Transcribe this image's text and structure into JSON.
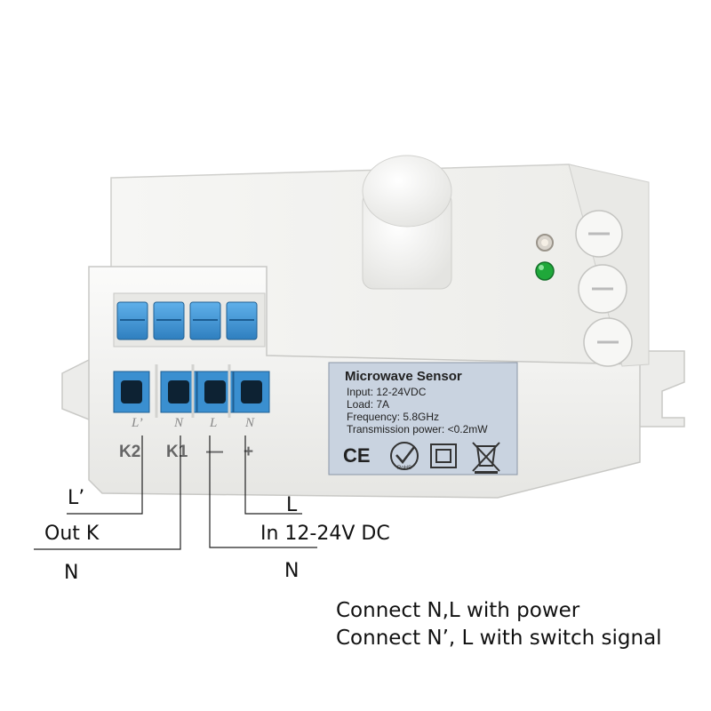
{
  "sticker": {
    "title": "Microwave  Sensor",
    "lines": [
      "Input: 12-24VDC",
      "Load: 7A",
      "Frequency: 5.8GHz",
      "Transmission power: <0.2mW"
    ],
    "ce_mark": "CE",
    "rohs_mark": "RoHS"
  },
  "terminals": {
    "labels": [
      "L’",
      "N",
      "L",
      "N"
    ],
    "polarity": [
      "K2",
      "K1",
      "—",
      "+"
    ]
  },
  "wiring": {
    "l_prime": "L’",
    "out_k": "Out K",
    "n_left": "N",
    "l_right": "L",
    "in_dc": "In 12-24V DC",
    "n_right": "N"
  },
  "notes": [
    "Connect N,L with power",
    "Connect N’, L with switch signal"
  ],
  "colors": {
    "housing": "#f1f1ef",
    "terminal_blue": "#3a8fd0",
    "led_green": "#1fa83a",
    "sticker_bg": "#c9d3e0"
  }
}
